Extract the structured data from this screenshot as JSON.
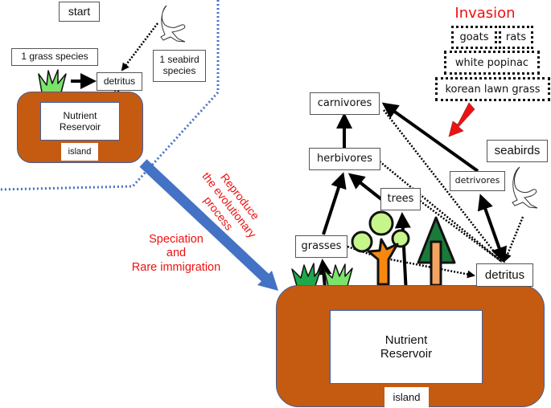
{
  "start_panel": {
    "start_label": "start",
    "grass_label": "1 grass species",
    "detritus_label": "detritus",
    "seabird_label_line1": "1 seabird",
    "seabird_label_line2": "species",
    "reservoir_line1": "Nutrient",
    "reservoir_line2": "Reservoir",
    "island_label": "island"
  },
  "transition": {
    "rotated_line1": "Reproduce",
    "rotated_line2": "the evolutionary",
    "rotated_line3": "process",
    "speciation_line1": "Speciation",
    "speciation_line2": "and",
    "speciation_line3": "Rare immigration"
  },
  "invasion": {
    "title": "Invasion",
    "species": [
      "goats",
      "rats",
      "white popinac",
      "korean lawn grass"
    ]
  },
  "food_web": {
    "carnivores": "carnivores",
    "herbivores": "herbivores",
    "trees": "trees",
    "grasses": "grasses",
    "detrivores": "detrivores",
    "seabirds": "seabirds",
    "detritus": "detritus",
    "reservoir_line1": "Nutrient",
    "reservoir_line2": "Reservoir",
    "island_label": "island"
  },
  "colors": {
    "island": "#c55a11",
    "big_arrow": "#4472c4",
    "boundary": "#4472c4",
    "red_text": "#ee1111",
    "invasion_arrow": "#ee1111",
    "grass_light": "#7be36b",
    "grass_dark": "#1fa84a",
    "tree_trunk": "#f7880f",
    "tree_leaves": "#c6f58c",
    "pine": "#1a7a3a",
    "pine_trunk": "#f4a460"
  }
}
